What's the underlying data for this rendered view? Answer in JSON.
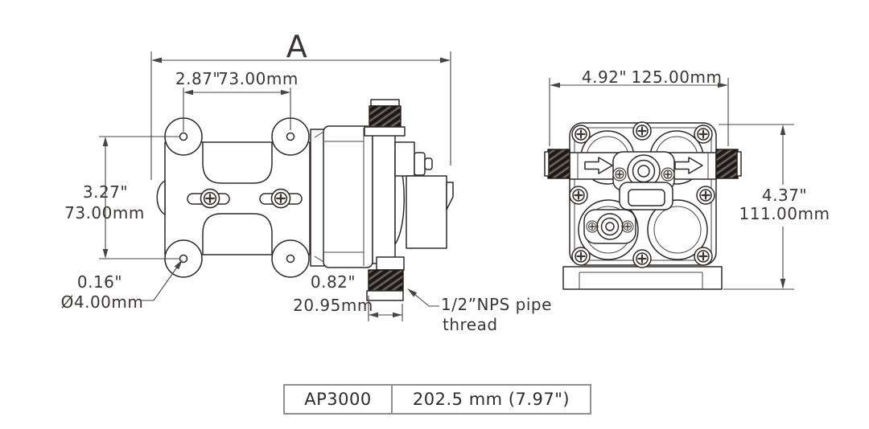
{
  "colors": {
    "line": "#2e2a28",
    "dimension": "#4a4441",
    "text": "#3b3634",
    "thread_fill": "#2f2a27",
    "table_border": "#8f8f8f",
    "background": "#ffffff"
  },
  "side_view": {
    "overall_dim_label": "A",
    "hole_spacing_horizontal_in": "2.87\"",
    "hole_spacing_horizontal_mm": "73.00mm",
    "hole_spacing_vertical_in": "3.27\"",
    "hole_spacing_vertical_mm": "73.00mm",
    "hole_diameter_in": "0.16\"",
    "hole_diameter_mm": "Ø4.00mm",
    "port_length_in": "0.82\"",
    "port_length_mm": "20.95mm",
    "pipe_thread_note_line1": "1/2”NPS pipe",
    "pipe_thread_note_line2": "thread"
  },
  "front_view": {
    "width_in": "4.92\"",
    "width_mm": "125.00mm",
    "height_in": "4.37\"",
    "height_mm": "111.00mm"
  },
  "spec_table": {
    "model": "AP3000",
    "dimension_a": "202.5 mm (7.97\")"
  }
}
